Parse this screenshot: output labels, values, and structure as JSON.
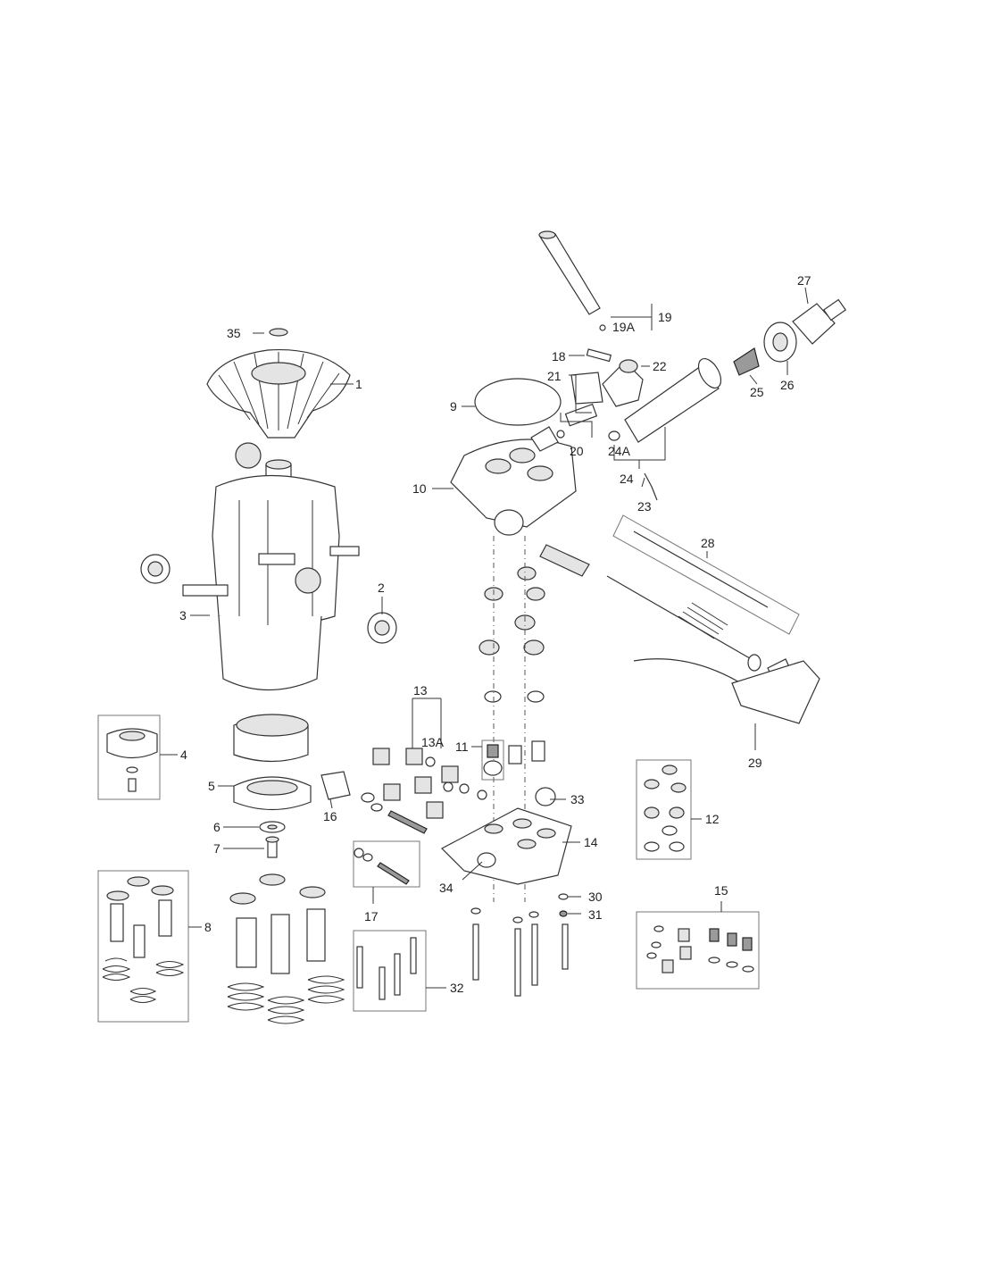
{
  "callouts": {
    "c1": "1",
    "c2": "2",
    "c3": "3",
    "c4": "4",
    "c5": "5",
    "c6": "6",
    "c7": "7",
    "c8": "8",
    "c9": "9",
    "c10": "10",
    "c11": "11",
    "c12": "12",
    "c13": "13",
    "c13a": "13A",
    "c14": "14",
    "c15": "15",
    "c16": "16",
    "c17": "17",
    "c18": "18",
    "c19": "19",
    "c19a": "19A",
    "c20": "20",
    "c21": "21",
    "c22": "22",
    "c23": "23",
    "c24": "24",
    "c24a": "24A",
    "c25": "25",
    "c26": "26",
    "c27": "27",
    "c28": "28",
    "c29": "29",
    "c30": "30",
    "c31": "31",
    "c32": "32",
    "c33": "33",
    "c34": "34",
    "c35": "35"
  },
  "colors": {
    "line": "#333333",
    "shade": "#e4e4e4",
    "dark": "#9a9a9a",
    "box": "#777777"
  }
}
